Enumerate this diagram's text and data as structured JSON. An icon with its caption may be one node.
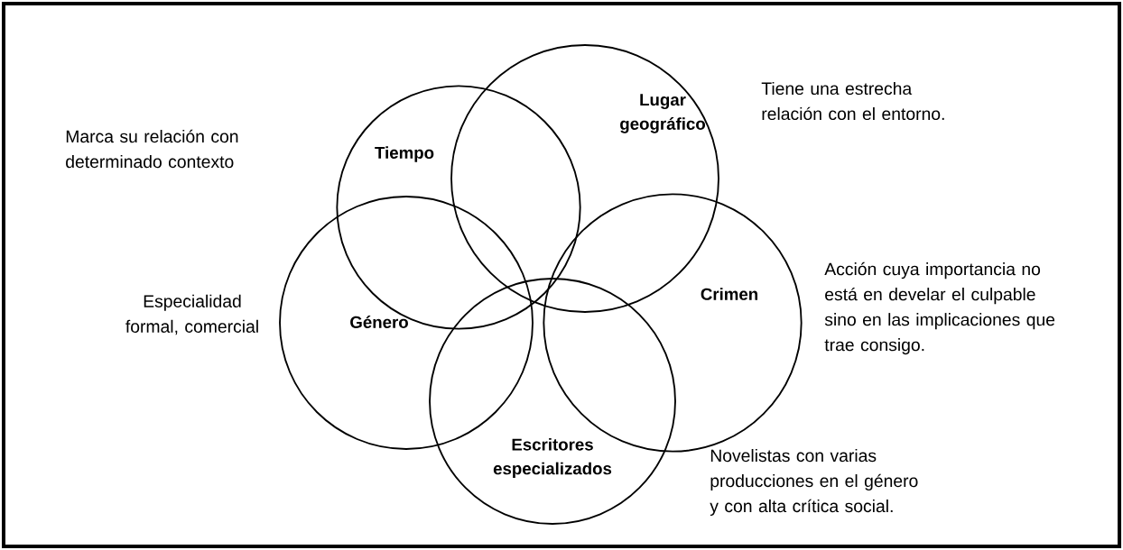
{
  "diagram": {
    "nodes": [
      {
        "text": [
          "Tiempo"
        ]
      },
      {
        "text": [
          "Lugar geográfico"
        ]
      },
      {
        "text": [
          "Crimen"
        ]
      },
      {
        "text": [
          "Género"
        ]
      },
      {
        "text": [
          "Escritores especializados"
        ]
      }
    ],
    "labels": [
      "Tiene una estrecha relación con el entorno.",
      "Marca su relación con determinado contexto",
      "Acción cuya importancia no está en develar el culpable sino en las implicaciones que trae consigo.",
      "Especialidad formal, comercial",
      "Novelistas con varias producciones en el género y con alta crítica social."
    ]
  }
}
